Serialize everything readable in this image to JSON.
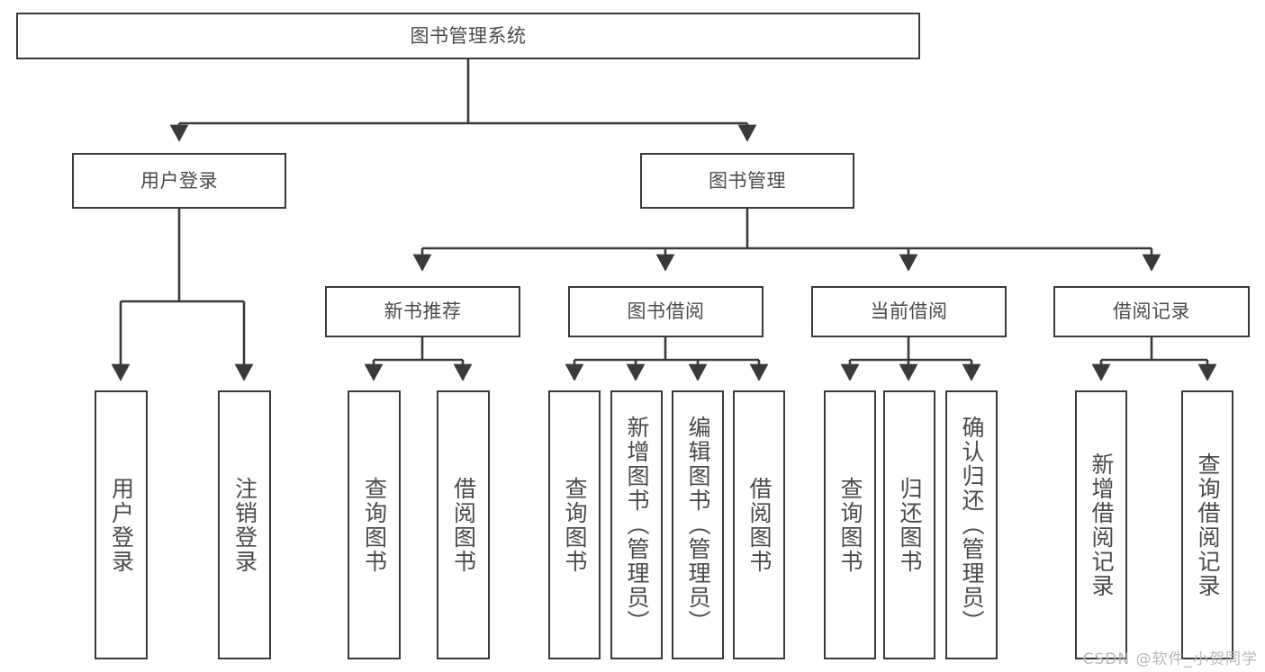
{
  "diagram": {
    "type": "tree",
    "title": "图书管理系统",
    "watermark": "CSDN @软件_小贺同学",
    "colors": {
      "stroke": "#3a3a3a",
      "text": "#4a4a4a",
      "background": "#ffffff",
      "watermark": "#b8b8b8"
    },
    "nodes": {
      "root": {
        "label": "图书管理系统"
      },
      "level1": [
        {
          "id": "user-login",
          "label": "用户登录"
        },
        {
          "id": "book-manage",
          "label": "图书管理"
        }
      ],
      "level2": [
        {
          "id": "new-book-recommend",
          "label": "新书推荐"
        },
        {
          "id": "book-borrow",
          "label": "图书借阅"
        },
        {
          "id": "current-borrow",
          "label": "当前借阅"
        },
        {
          "id": "borrow-record",
          "label": "借阅记录"
        }
      ],
      "leaves": {
        "user_login": [
          {
            "id": "leaf-user-login",
            "label": "用户登录"
          },
          {
            "id": "leaf-logout-login",
            "label": "注销登录"
          }
        ],
        "new_book_recommend": [
          {
            "id": "leaf-query-book-1",
            "label": "查询图书"
          },
          {
            "id": "leaf-borrow-book-1",
            "label": "借阅图书"
          }
        ],
        "book_borrow": [
          {
            "id": "leaf-query-book-2",
            "label": "查询图书"
          },
          {
            "id": "leaf-add-book",
            "label": "新增图书（管理员）"
          },
          {
            "id": "leaf-edit-book",
            "label": "编辑图书（管理员）"
          },
          {
            "id": "leaf-borrow-book-2",
            "label": "借阅图书"
          }
        ],
        "current_borrow": [
          {
            "id": "leaf-query-book-3",
            "label": "查询图书"
          },
          {
            "id": "leaf-return-book",
            "label": "归还图书"
          },
          {
            "id": "leaf-confirm-return",
            "label": "确认归还（管理员）"
          }
        ],
        "borrow_record": [
          {
            "id": "leaf-add-record",
            "label": "新增借阅记录"
          },
          {
            "id": "leaf-query-record",
            "label": "查询借阅记录"
          }
        ]
      }
    }
  }
}
